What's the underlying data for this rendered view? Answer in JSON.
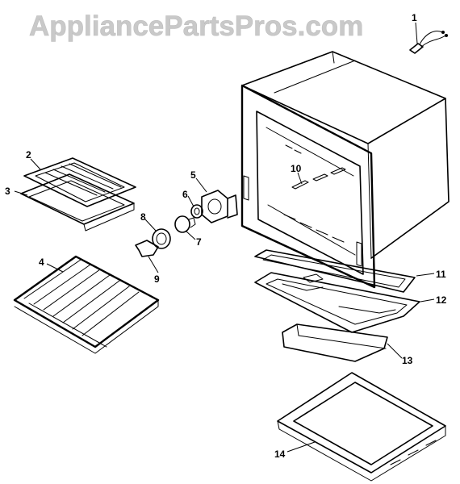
{
  "watermark": "AppliancePartsPros.com",
  "callouts": [
    "1",
    "2",
    "3",
    "4",
    "5",
    "6",
    "7",
    "8",
    "9",
    "10",
    "11",
    "12",
    "13",
    "14"
  ]
}
